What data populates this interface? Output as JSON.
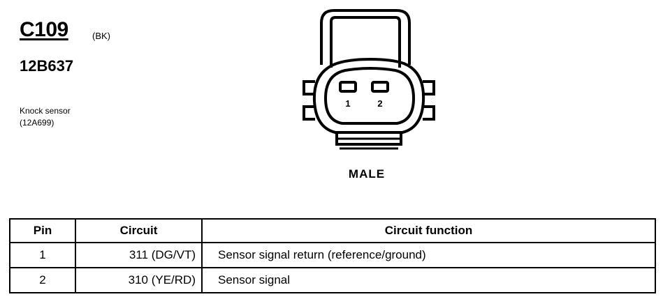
{
  "connector": {
    "id": "C109",
    "color": "(BK)",
    "part_number": "12B637",
    "component_line1": "Knock sensor",
    "component_line2": "(12A699)",
    "gender": "MALE",
    "pin_labels": [
      "1",
      "2"
    ]
  },
  "table": {
    "headers": [
      "Pin",
      "Circuit",
      "Circuit function"
    ],
    "rows": [
      {
        "pin": "1",
        "circuit": "311 (DG/VT)",
        "function": "Sensor signal return (reference/ground)"
      },
      {
        "pin": "2",
        "circuit": "310 (YE/RD)",
        "function": "Sensor signal"
      }
    ]
  }
}
